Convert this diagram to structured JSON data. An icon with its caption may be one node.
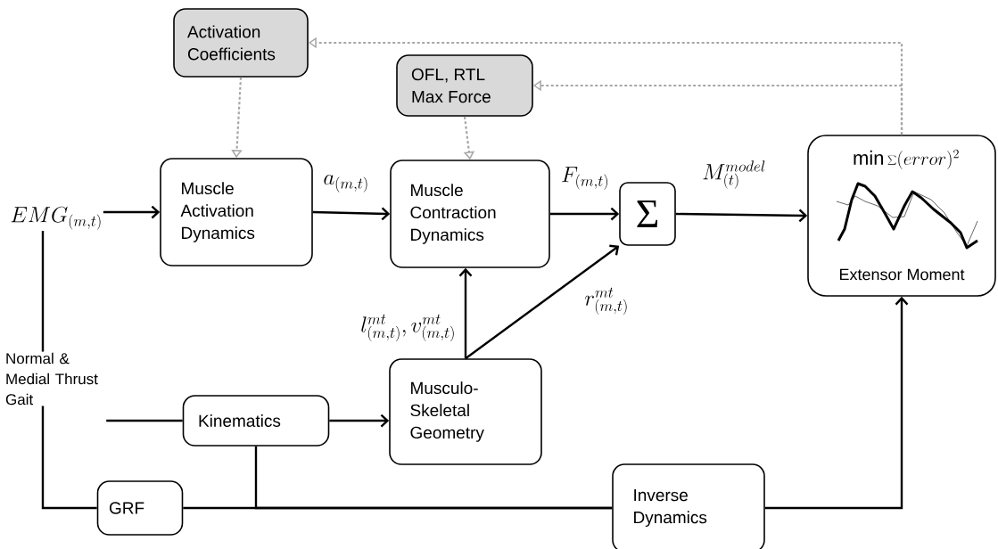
{
  "diagram": {
    "nodes": [
      {
        "text": [
          "Activation Coefficients"
        ]
      },
      {
        "text": [
          "OFL, RTL Max Force"
        ]
      },
      {
        "text": [
          "Muscle Activation Dynamics"
        ]
      },
      {
        "text": [
          "Muscle Contraction Dynamics"
        ]
      },
      {
        "text": [
          "Σ"
        ]
      },
      {
        "text": [
          "\\min\\sum(error)^{2}",
          "Extensor Moment"
        ]
      },
      {
        "text": [
          "EMG_{(m,t)}"
        ]
      },
      {
        "text": [
          "Normal & Medial Thrust Gait"
        ]
      },
      {
        "text": [
          "Kinematics"
        ]
      },
      {
        "text": [
          "Musculo-Skeletal Geometry"
        ]
      },
      {
        "text": [
          "GRF"
        ]
      },
      {
        "text": [
          "Inverse Dynamics"
        ]
      }
    ],
    "edges": [
      {
        "from": 6,
        "to": 2,
        "arrow": "to"
      },
      {
        "from": 2,
        "to": 3,
        "arrow": "to",
        "label": "a_{(m,t)}"
      },
      {
        "from": 3,
        "to": 4,
        "arrow": "to",
        "label": "F_{(m,t)}"
      },
      {
        "from": 4,
        "to": 5,
        "arrow": "to",
        "label": "M_{(t)}^{model}"
      },
      {
        "from": 9,
        "to": 3,
        "arrow": "to",
        "label": "l_{(m,t)}^{mt},v_{(m,t)}^{mt}"
      },
      {
        "from": 9,
        "to": 4,
        "arrow": "to",
        "label": "r_{(m,t)}^{mt}"
      },
      {
        "from": 0,
        "to": 2,
        "arrow": "to",
        "style": "dashed",
        "color": "#a6a6a6"
      },
      {
        "from": 1,
        "to": 3,
        "arrow": "to",
        "style": "dashed",
        "color": "#a6a6a6"
      },
      {
        "from": 5,
        "to": 0,
        "arrow": "to",
        "style": "dashed",
        "color": "#a6a6a6"
      },
      {
        "from": 5,
        "to": 1,
        "arrow": "to",
        "style": "dashed",
        "color": "#a6a6a6"
      },
      {
        "from": 6,
        "to": 7,
        "arrow": "none"
      },
      {
        "from": 7,
        "to": 8,
        "arrow": "none"
      },
      {
        "from": 8,
        "to": 9,
        "arrow": "to"
      },
      {
        "from": 7,
        "to": 10,
        "arrow": "none"
      },
      {
        "from": 10,
        "to": 11,
        "arrow": "none"
      },
      {
        "from": 8,
        "to": 11,
        "arrow": "none"
      },
      {
        "from": 11,
        "to": 5,
        "arrow": "to"
      }
    ]
  }
}
